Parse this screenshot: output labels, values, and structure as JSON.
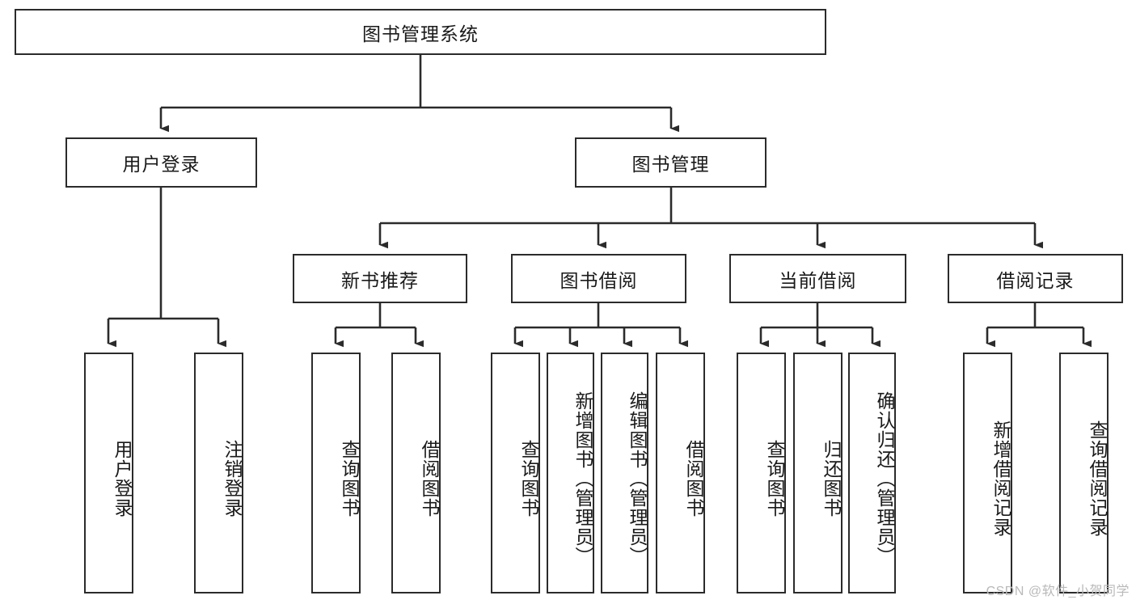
{
  "diagram": {
    "title": "图书管理系统",
    "type": "tree-hierarchy-chart",
    "levels": {
      "root": "图书管理系统",
      "level2": [
        "用户登录",
        "图书管理"
      ],
      "level3": [
        "新书推荐",
        "图书借阅",
        "当前借阅",
        "借阅记录"
      ],
      "level4_groups": {
        "用户登录": [
          "用户登录",
          "注销登录"
        ],
        "新书推荐": [
          "查询图书",
          "借阅图书"
        ],
        "图书借阅": [
          "查询图书",
          "新增图书（管理员）",
          "编辑图书（管理员）",
          "借阅图书"
        ],
        "当前借阅": [
          "查询图书",
          "归还图书",
          "确认归还（管理员）"
        ],
        "借阅记录": [
          "新增借阅记录",
          "查询借阅记录"
        ]
      }
    }
  },
  "nodes": {
    "root": {
      "label": "图书管理系统"
    },
    "user_login": {
      "label": "用户登录"
    },
    "book_manage": {
      "label": "图书管理"
    },
    "new_book_rec": {
      "label": "新书推荐"
    },
    "book_borrow": {
      "label": "图书借阅"
    },
    "current_borrow": {
      "label": "当前借阅"
    },
    "borrow_record": {
      "label": "借阅记录"
    },
    "leaf_user_login": {
      "label": "用户登录"
    },
    "leaf_logout": {
      "label": "注销登录"
    },
    "leaf_query_book_1": {
      "label": "查询图书"
    },
    "leaf_borrow_book_1": {
      "label": "借阅图书"
    },
    "leaf_query_book_2": {
      "label": "查询图书"
    },
    "leaf_add_book": {
      "label": "新增图书（管理员）"
    },
    "leaf_edit_book": {
      "label": "编辑图书（管理员）"
    },
    "leaf_borrow_book_2": {
      "label": "借阅图书"
    },
    "leaf_query_book_3": {
      "label": "查询图书"
    },
    "leaf_return_book": {
      "label": "归还图书"
    },
    "leaf_confirm_return": {
      "label": "确认归还（管理员）"
    },
    "leaf_add_record": {
      "label": "新增借阅记录"
    },
    "leaf_query_record": {
      "label": "查询借阅记录"
    }
  },
  "watermark": {
    "text": "CSDN @软件_小贺同学"
  },
  "colors": {
    "stroke": "#2b2b2b",
    "background": "#ffffff",
    "text": "#1a1a1a",
    "watermark": "#b9b9b9"
  }
}
